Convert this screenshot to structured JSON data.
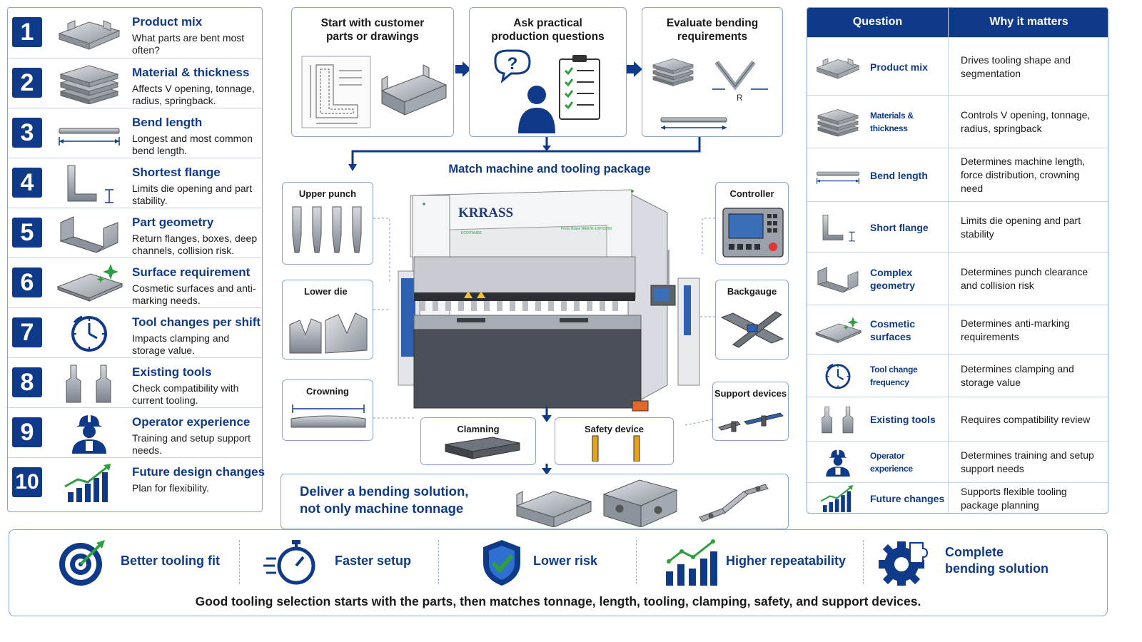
{
  "left_list": {
    "items": [
      {
        "num": "1",
        "title": "Product mix",
        "desc": "What parts are bent most often?",
        "icon": "part-profile-icon"
      },
      {
        "num": "2",
        "title": "Material & thickness",
        "desc": "Affects V opening, tonnage, radius, springback.",
        "icon": "plate-stack-icon"
      },
      {
        "num": "3",
        "title": "Bend length",
        "desc": "Longest and most common bend length.",
        "icon": "length-bar-icon"
      },
      {
        "num": "4",
        "title": "Shortest flange",
        "desc": "Limits die opening and part stability.",
        "icon": "l-flange-icon"
      },
      {
        "num": "5",
        "title": "Part geometry",
        "desc": "Return flanges, boxes, deep channels, collision risk.",
        "icon": "channel-icon"
      },
      {
        "num": "6",
        "title": "Surface requirement",
        "desc": "Cosmetic surfaces and anti-marking needs.",
        "icon": "sparkle-plate-icon"
      },
      {
        "num": "7",
        "title": "Tool changes per shift",
        "desc": "Impacts clamping and storage value.",
        "icon": "clock-icon"
      },
      {
        "num": "8",
        "title": "Existing tools",
        "desc": "Check compatibility with current tooling.",
        "icon": "tool-pair-icon"
      },
      {
        "num": "9",
        "title": "Operator experience",
        "desc": "Training and setup support needs.",
        "icon": "operator-icon"
      },
      {
        "num": "10",
        "title": "Future design changes",
        "desc": "Plan for flexibility.",
        "icon": "growth-chart-icon"
      }
    ]
  },
  "flow": {
    "step1": "Start with customer parts or drawings",
    "step2": "Ask practical production questions",
    "step3": "Evaluate bending requirements",
    "match_title": "Match machine and tooling package",
    "question_mark": "?",
    "radius_label": "R"
  },
  "components": {
    "upper_punch": "Upper punch",
    "lower_die": "Lower die",
    "crowning": "Crowning",
    "clamping": "Clamning",
    "safety": "Safety device",
    "controller": "Controller",
    "backgauge": "Backgauge",
    "support": "Support devices"
  },
  "machine": {
    "brand": "KRRASS",
    "model_text": "Press Brake WE67K-100T/3200",
    "small_logo": "ECO/TANDE"
  },
  "deliver": {
    "line1": "Deliver a bending solution,",
    "line2": "not only machine tonnage"
  },
  "table": {
    "col1": "Question",
    "col2": "Why it matters",
    "rows": [
      {
        "label": "Product mix",
        "desc": "Drives tooling shape and segmentation",
        "icon": "part-profile-icon"
      },
      {
        "label": "Materials & thickness",
        "desc": "Controls V opening, tonnage, radius, springback",
        "icon": "plate-stack-icon"
      },
      {
        "label": "Bend length",
        "desc": "Determines machine length, force distribution, crowning need",
        "icon": "length-bar-icon"
      },
      {
        "label": "Short flange",
        "desc": "Limits die opening and part stability",
        "icon": "l-flange-icon"
      },
      {
        "label": "Complex geometry",
        "desc": "Determines punch clearance and collision risk",
        "icon": "channel-icon"
      },
      {
        "label": "Cosmetic surfaces",
        "desc": "Determines anti-marking requirements",
        "icon": "sparkle-plate-icon"
      },
      {
        "label": "Tool change frequency",
        "desc": "Determines clamping and storage value",
        "icon": "clock-icon"
      },
      {
        "label": "Existing tools",
        "desc": "Requires compatibility review",
        "icon": "tool-pair-icon"
      },
      {
        "label": "Operator experience",
        "desc": "Determines training and setup support needs",
        "icon": "operator-icon"
      },
      {
        "label": "Future changes",
        "desc": "Supports flexible tooling package planning",
        "icon": "growth-chart-icon"
      }
    ]
  },
  "benefits": {
    "b1": "Better tooling fit",
    "b2": "Faster setup",
    "b3": "Lower risk",
    "b4": "Higher repeatability",
    "b5_line1": "Complete",
    "b5_line2": "bending solution",
    "footer": "Good tooling selection starts with the parts, then matches tonnage, length, tooling, clamping, safety, and support devices."
  },
  "colors": {
    "navy": "#0f3a8a",
    "border": "#8aa5d4",
    "green": "#2e9e3e"
  }
}
